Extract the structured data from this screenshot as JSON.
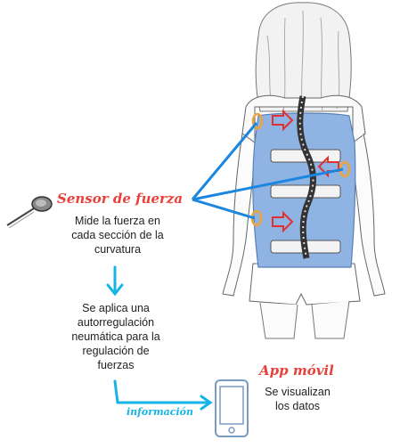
{
  "colors": {
    "accent_red": "#e8403a",
    "accent_blue": "#16b4e6",
    "connector_blue": "#1a86e0",
    "brace_blue": "#8fb4e3",
    "sensor_orange": "#f0a23a",
    "text": "#222222"
  },
  "sensor": {
    "title": "Sensor de fuerza",
    "description": [
      "Mide la fuerza en",
      "cada sección de la",
      "curvatura"
    ]
  },
  "regulation": {
    "description": [
      "Se aplica una",
      "autorregulación",
      "neumática para la",
      "regulación de",
      "fuerzas"
    ]
  },
  "flow": {
    "label": "información"
  },
  "app": {
    "title": "App móvil",
    "description": [
      "Se visualizan",
      "los datos"
    ]
  }
}
